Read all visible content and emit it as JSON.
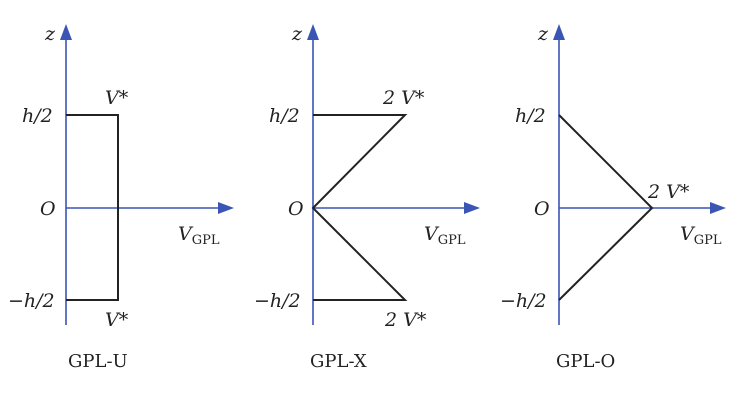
{
  "panels": [
    {
      "id": "u",
      "caption": "GPL-U",
      "z_label": "z",
      "origin_label": "O",
      "top_label": "h/2",
      "bottom_label": "−h/2",
      "axis_label_main": "V",
      "axis_label_sub": "GPL",
      "top_value_label": "V*",
      "bottom_value_label": "V*",
      "profile": "uniform"
    },
    {
      "id": "x",
      "caption": "GPL-X",
      "z_label": "z",
      "origin_label": "O",
      "top_label": "h/2",
      "bottom_label": "−h/2",
      "axis_label_main": "V",
      "axis_label_sub": "GPL",
      "top_value_label": "2 V*",
      "bottom_value_label": "2 V*",
      "profile": "x-shaped"
    },
    {
      "id": "o",
      "caption": "GPL-O",
      "z_label": "z",
      "origin_label": "O",
      "top_label": "h/2",
      "bottom_label": "−h/2",
      "axis_label_main": "V",
      "axis_label_sub": "GPL",
      "mid_value_label": "2 V*",
      "profile": "o-shaped"
    }
  ],
  "colors": {
    "axis": "#3a55b4",
    "profile": "#222222"
  }
}
